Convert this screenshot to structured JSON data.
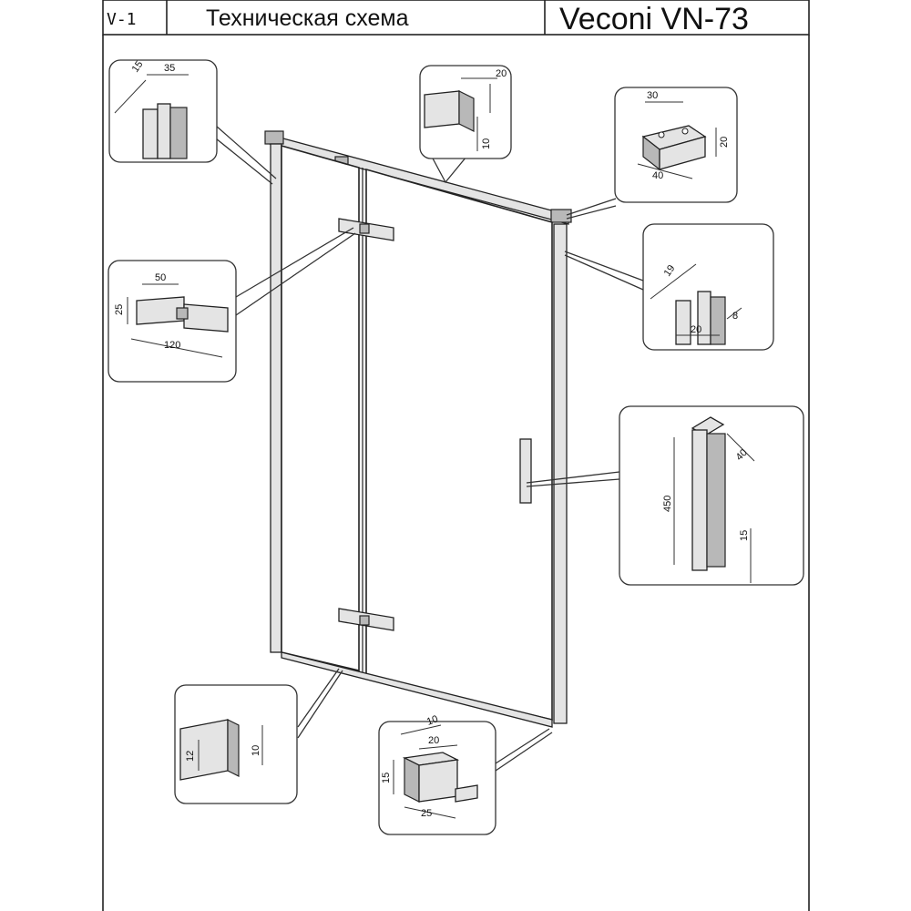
{
  "header": {
    "code": "V-1",
    "title": "Техническая схема",
    "model": "Veconi VN-73"
  },
  "details": {
    "left_profile": {
      "dims": [
        "15",
        "35"
      ]
    },
    "top_profile": {
      "dims": [
        "20",
        "10"
      ]
    },
    "corner_connector": {
      "dims": [
        "30",
        "20",
        "40"
      ]
    },
    "hinge": {
      "dims": [
        "50",
        "25",
        "120"
      ]
    },
    "right_profile": {
      "dims": [
        "19",
        "20",
        "8"
      ]
    },
    "handle": {
      "dims": [
        "40",
        "450",
        "15"
      ]
    },
    "bottom_profile": {
      "dims": [
        "12",
        "10"
      ]
    },
    "floor_stop": {
      "dims": [
        "10",
        "20",
        "15",
        "25"
      ]
    }
  }
}
